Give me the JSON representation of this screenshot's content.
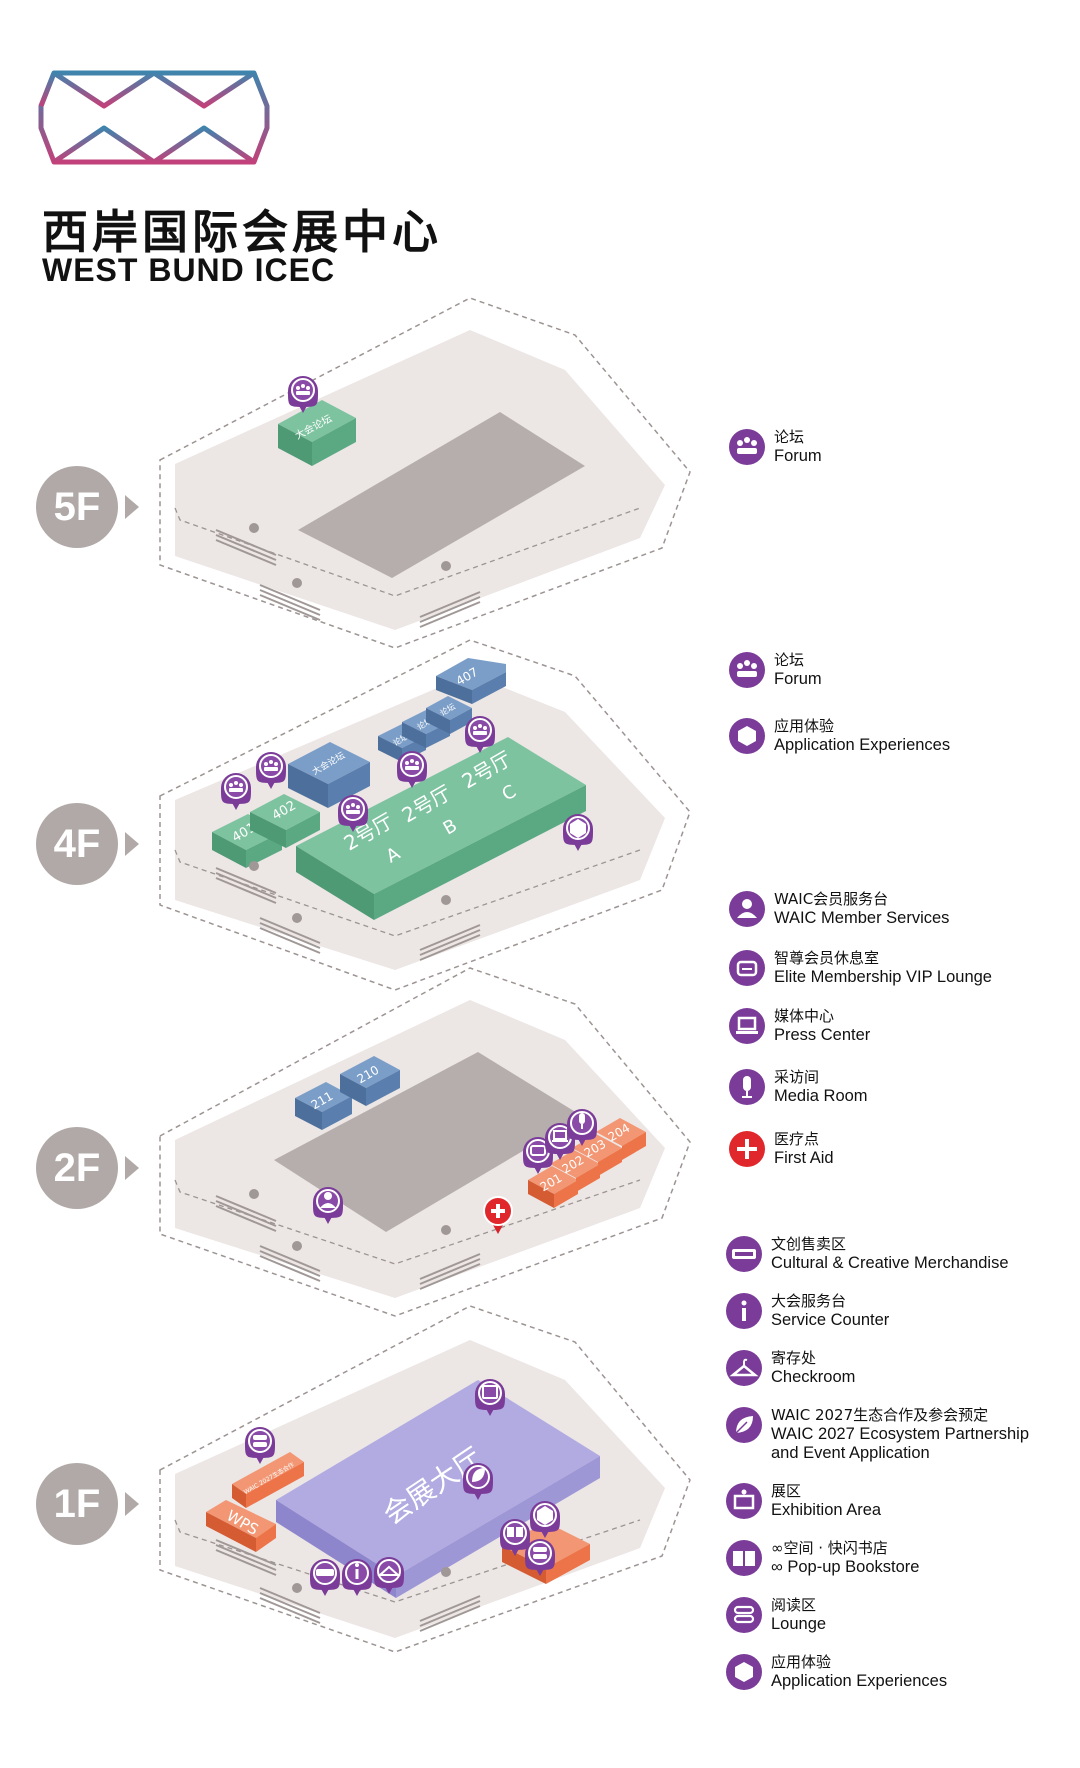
{
  "header": {
    "title_cn": "西岸国际会展中心",
    "title_en": "WEST BUND ICEC"
  },
  "colors": {
    "floor_plate": "#ece6e5",
    "hall_dark": "#b5aeac",
    "hall_green": "#5aa982",
    "room_blue": "#5a7fae",
    "room_orange": "#ec7448",
    "hall_purple": "#9e97d6",
    "badge_grey": "#b0a9a7",
    "icon_purple": "#7a3c98",
    "icon_red": "#e0282c"
  },
  "floors": [
    {
      "label": "5F"
    },
    {
      "label": "4F"
    },
    {
      "label": "2F"
    },
    {
      "label": "1F"
    }
  ],
  "map": {
    "f5": {
      "forum_room": "大会论坛"
    },
    "f4": {
      "hall_a_cn": "2号厅",
      "hall_a_letter": "A",
      "hall_b_cn": "2号厅",
      "hall_b_letter": "B",
      "hall_c_cn": "2号厅",
      "hall_c_letter": "C",
      "room_401": "401",
      "room_402": "402",
      "room_407": "407",
      "blue_room_1": "大会论坛",
      "blue_room_2": "论坛",
      "blue_room_3": "论坛",
      "blue_room_4": "论坛"
    },
    "f2": {
      "room_210": "210",
      "room_211": "211",
      "room_201": "201",
      "room_202": "202",
      "room_203": "203",
      "room_204": "204"
    },
    "f1": {
      "main_hall": "会展大厅",
      "wps": "WPS",
      "ecosystem_booth": "WAIC 2027生态合作"
    }
  },
  "legend": [
    {
      "cn": "论坛",
      "en": "Forum",
      "icon": "forum-icon"
    },
    {
      "cn": "论坛",
      "en": "Forum",
      "icon": "forum-icon"
    },
    {
      "cn": "应用体验",
      "en": "Application Experiences",
      "icon": "cube-icon"
    },
    {
      "cn": "WAIC会员服务台",
      "en": "WAIC Member Services",
      "icon": "member-icon"
    },
    {
      "cn": "智尊会员休息室",
      "en": "Elite Membership VIP Lounge",
      "icon": "sofa-icon"
    },
    {
      "cn": "媒体中心",
      "en": "Press Center",
      "icon": "laptop-icon"
    },
    {
      "cn": "采访间",
      "en": "Media Room",
      "icon": "microphone-icon"
    },
    {
      "cn": "医疗点",
      "en": "First Aid",
      "icon": "first-aid-icon"
    },
    {
      "cn": "文创售卖区",
      "en": "Cultural & Creative Merchandise",
      "icon": "merchandise-icon"
    },
    {
      "cn": "大会服务台",
      "en": "Service Counter",
      "icon": "info-icon"
    },
    {
      "cn": "寄存处",
      "en": "Checkroom",
      "icon": "hanger-icon"
    },
    {
      "cn": "WAIC 2027生态合作及参会预定",
      "en": "WAIC 2027 Ecosystem Partnership",
      "en2": "and Event Application",
      "icon": "leaf-icon"
    },
    {
      "cn": "展区",
      "en": "Exhibition Area",
      "icon": "exhibition-icon"
    },
    {
      "cn": "∞空间 · 快闪书店",
      "en": "∞ Pop-up Bookstore",
      "icon": "book-icon"
    },
    {
      "cn": "阅读区",
      "en": "Lounge",
      "icon": "lounge-icon"
    },
    {
      "cn": "应用体验",
      "en": "Application Experiences",
      "icon": "cube-icon"
    }
  ]
}
